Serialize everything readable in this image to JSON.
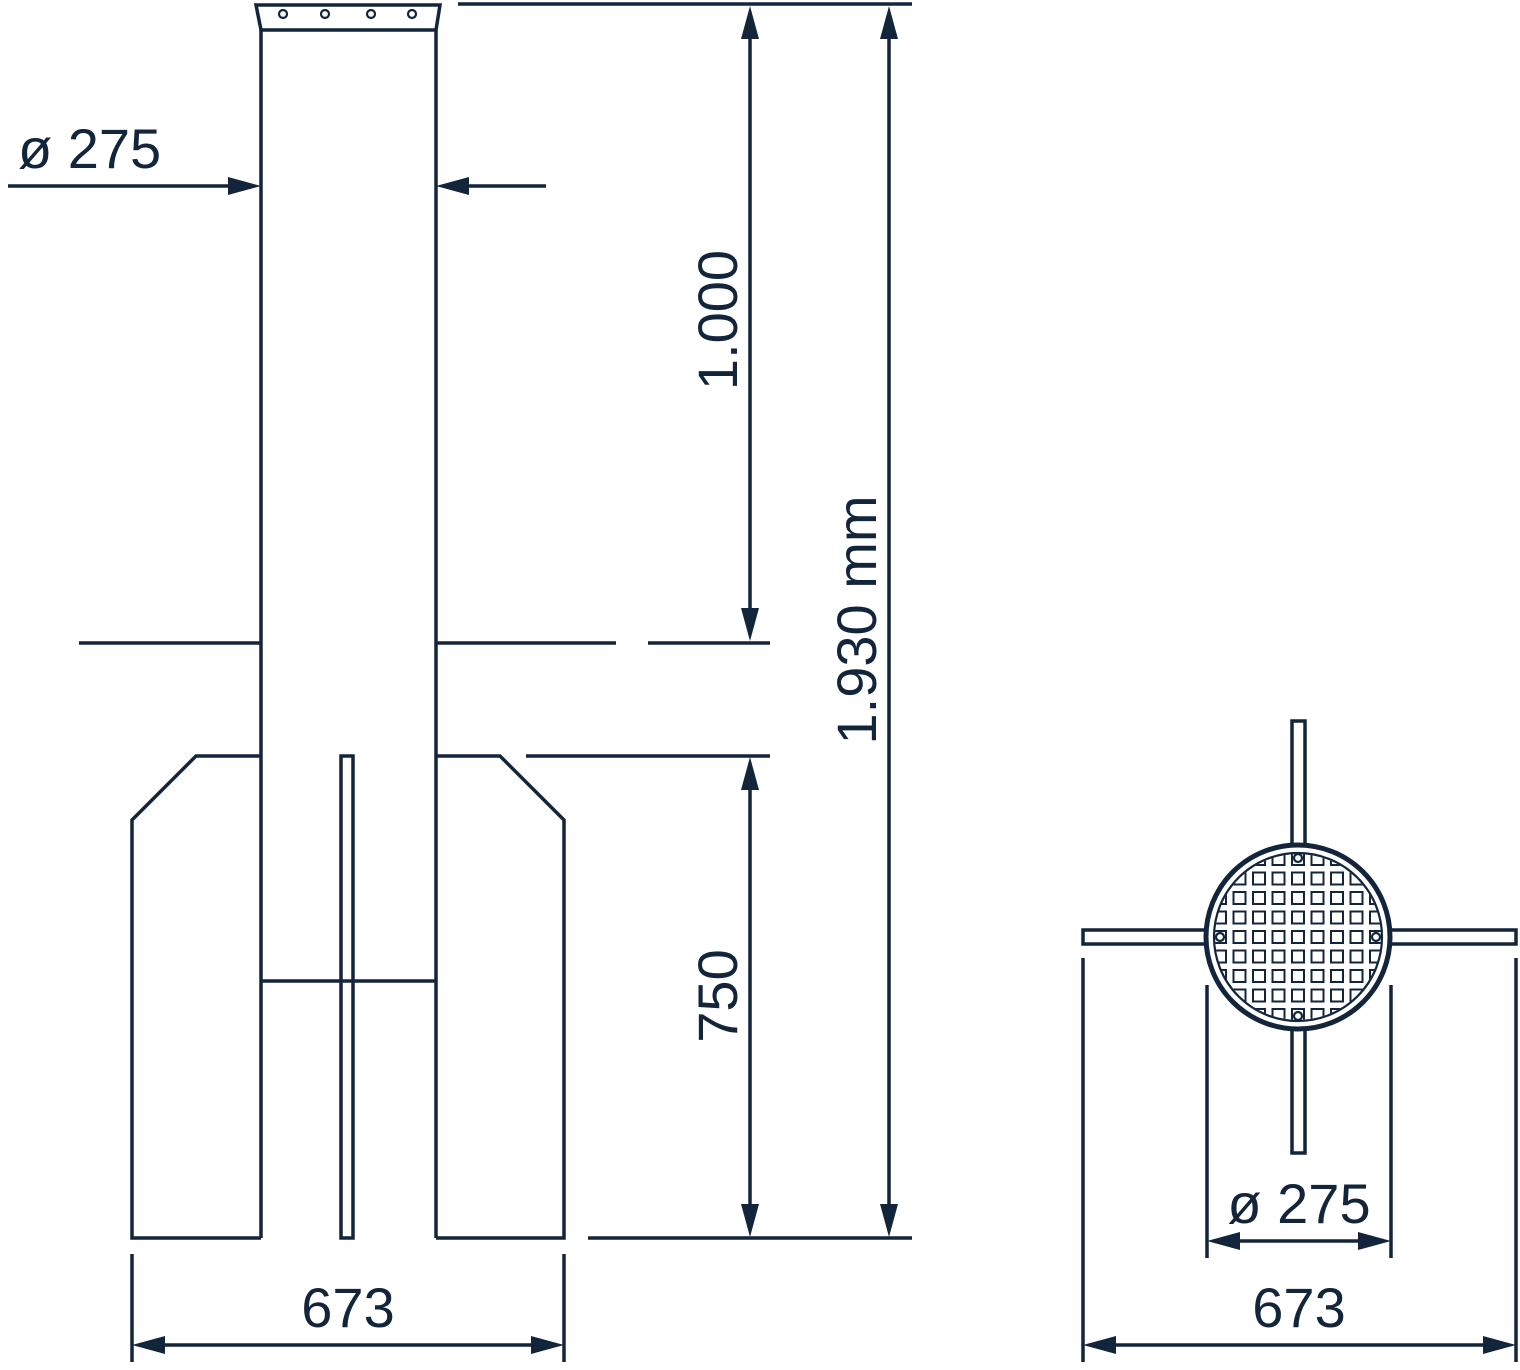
{
  "colors": {
    "stroke": "#13253b",
    "background": "#ffffff"
  },
  "side_view": {
    "diameter_label": "ø 275",
    "height_above_ground_label": "1.000",
    "total_height_label": "1.930 mm",
    "embedded_depth_label": "750",
    "base_width_label": "673"
  },
  "top_view": {
    "diameter_label": "ø 275",
    "width_label": "673"
  }
}
